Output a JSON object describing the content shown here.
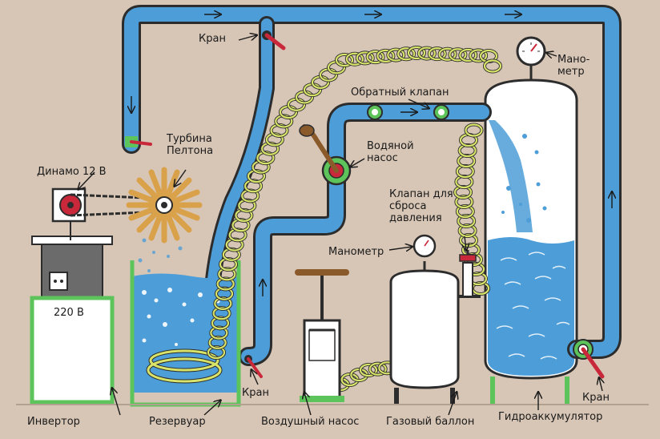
{
  "labels": {
    "kran_top": "Кран",
    "turbine": "Турбина\nПелтона",
    "dynamo": "Динамо 12 В",
    "obratny": "Обратный клапан",
    "nasos": "Водяной\nнасос",
    "manometr_top": "Мано-\nметр",
    "klapan": "Клапан для\nсброса\nдавления",
    "manometr_mid": "Манометр",
    "kran_bottom_left": "Кран",
    "kran_bottom_right": "Кран",
    "voltage": "220 В",
    "invertor": "Инвертор",
    "rezervuar": "Резервуар",
    "vozdushny": "Воздушный насос",
    "gazovy": "Газовый баллон",
    "gidro": "Гидроаккумулятор"
  },
  "colors": {
    "background": "#d7c6b6",
    "water": "#4d9ed8",
    "water_dark": "#2f7fc1",
    "hose": "#d8e36a",
    "green_frame": "#5cc45a",
    "red": "#c8283a",
    "gray_box": "#6b6b6b",
    "white": "#ffffff"
  },
  "icons": {
    "turbine_icon": "pelton-wheel-icon",
    "dynamo_icon": "dynamo-pulley-icon",
    "outlet_icon": "power-outlet-icon",
    "gauge_icon": "pressure-gauge-icon",
    "valve_icon": "valve-handle-icon"
  }
}
